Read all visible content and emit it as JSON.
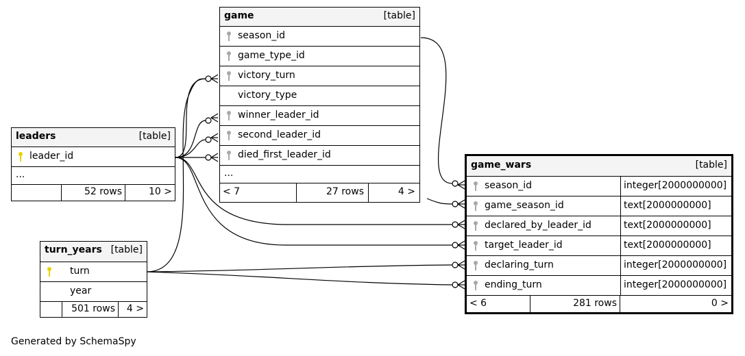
{
  "generator": "Generated by SchemaSpy",
  "tables": {
    "game": {
      "name": "game",
      "kind": "[table]",
      "columns": [
        "season_id",
        "game_type_id",
        "victory_turn",
        "victory_type",
        "winner_leader_id",
        "second_leader_id",
        "died_first_leader_id"
      ],
      "more": "...",
      "footer": {
        "parents": "< 7",
        "rows": "27 rows",
        "children": "4 >"
      }
    },
    "leaders": {
      "name": "leaders",
      "kind": "[table]",
      "columns": [
        "leader_id"
      ],
      "more": "...",
      "footer": {
        "parents": "",
        "rows": "52 rows",
        "children": "10 >"
      }
    },
    "turn_years": {
      "name": "turn_years",
      "kind": "[table]",
      "columns": [
        "turn",
        "year"
      ],
      "footer": {
        "parents": "",
        "rows": "501 rows",
        "children": "4 >"
      }
    },
    "game_wars": {
      "name": "game_wars",
      "kind": "[table]",
      "columns": [
        {
          "name": "season_id",
          "type": "integer[2000000000]"
        },
        {
          "name": "game_season_id",
          "type": "text[2000000000]"
        },
        {
          "name": "declared_by_leader_id",
          "type": "text[2000000000]"
        },
        {
          "name": "target_leader_id",
          "type": "text[2000000000]"
        },
        {
          "name": "declaring_turn",
          "type": "integer[2000000000]"
        },
        {
          "name": "ending_turn",
          "type": "integer[2000000000]"
        }
      ],
      "footer": {
        "parents": "< 6",
        "rows": "281 rows",
        "children": "0 >"
      }
    }
  },
  "colors": {
    "primary_key": "#e8d200",
    "foreign_key": "#a8a8a8",
    "header_bg": "#f4f4f4"
  }
}
